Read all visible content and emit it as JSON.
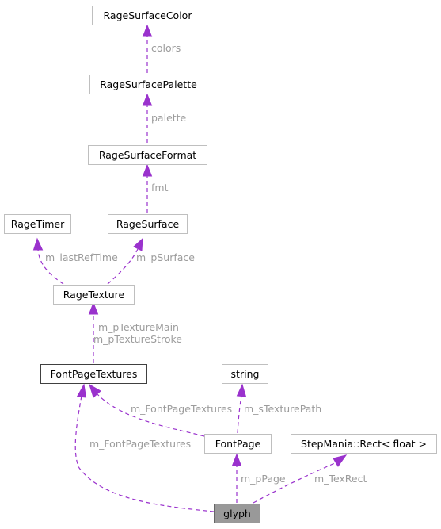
{
  "nodes": {
    "rage_surface_color": "RageSurfaceColor",
    "rage_surface_palette": "RageSurfacePalette",
    "rage_surface_format": "RageSurfaceFormat",
    "rage_timer": "RageTimer",
    "rage_surface": "RageSurface",
    "rage_texture": "RageTexture",
    "font_page_textures": "FontPageTextures",
    "string": "string",
    "font_page": "FontPage",
    "rect_float": "StepMania::Rect< float >",
    "glyph": "glyph"
  },
  "edges": {
    "colors": "colors",
    "palette": "palette",
    "fmt": "fmt",
    "m_last_ref_time": "m_lastRefTime",
    "m_p_surface": "m_pSurface",
    "m_p_texture_main": "m_pTextureMain",
    "m_p_texture_stroke": "m_pTextureStroke",
    "m_font_page_textures_fp": "m_FontPageTextures",
    "m_s_texture_path": "m_sTexturePath",
    "m_font_page_textures_glyph": "m_FontPageTextures",
    "m_p_page": "m_pPage",
    "m_tex_rect": "m_TexRect"
  },
  "colors": {
    "edge": "#9a32cd",
    "edge_label": "#9c9c9c",
    "node_border": "#bfbfbf",
    "focus_fill": "#999999"
  }
}
